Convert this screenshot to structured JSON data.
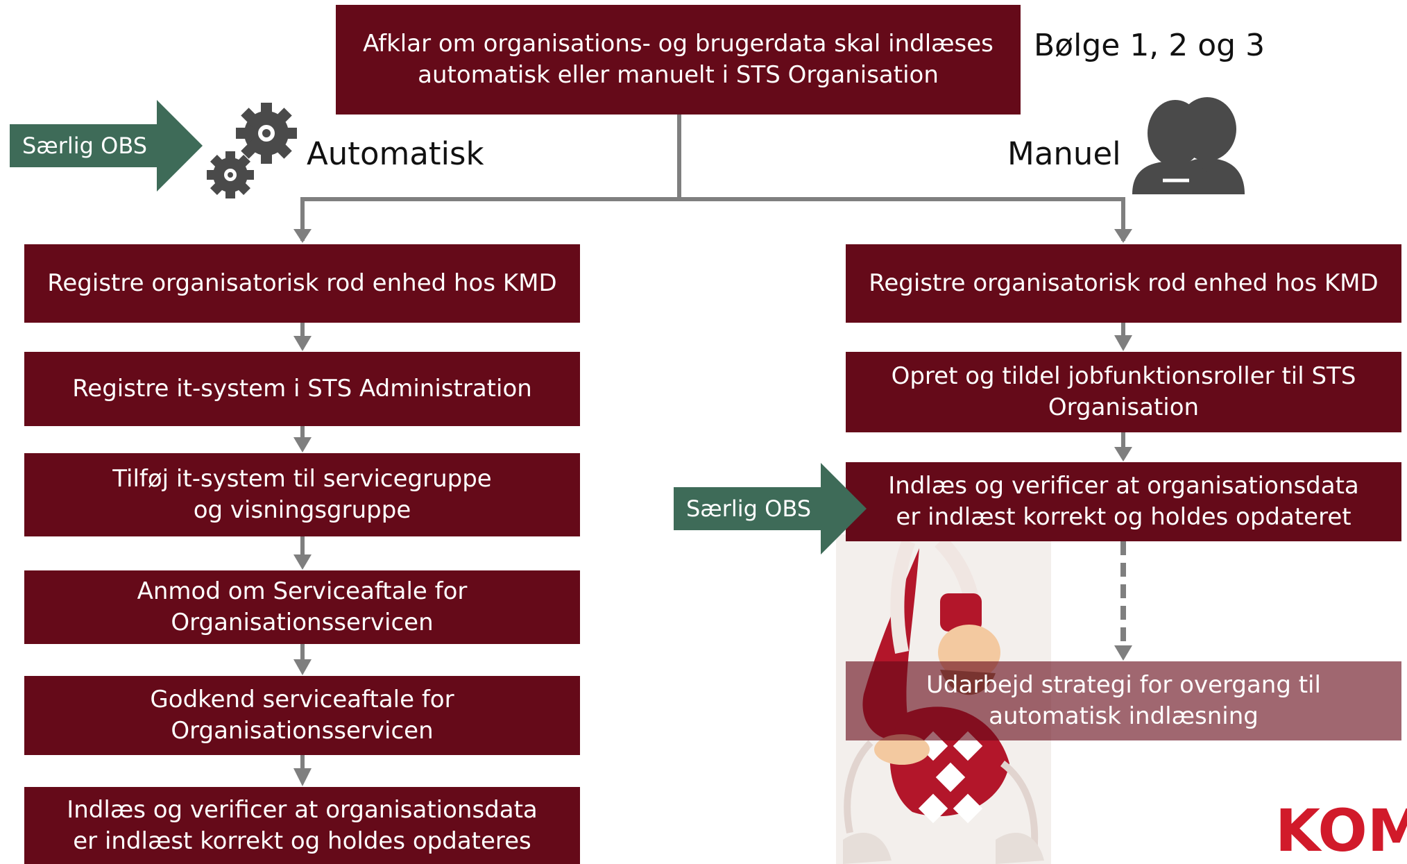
{
  "top": {
    "question": "Afklar om organisations- og brugerdata skal indlæses automatisk eller manuelt i STS Organisation",
    "waves": "Bølge 1, 2 og 3"
  },
  "left_branch": {
    "title": "Automatisk",
    "obs_label": "Særlig OBS",
    "steps": [
      "Registre organisatorisk rod enhed hos KMD",
      "Registre it-system i STS Administration",
      "Tilføj it-system til servicegruppe og visningsgruppe",
      "Anmod om Serviceaftale for Organisationsservicen",
      "Godkend serviceaftale for Organisationsservicen",
      "Indlæs og verificer at organisationsdata er indlæst korrekt og holdes opdateres"
    ]
  },
  "right_branch": {
    "title": "Manuel",
    "obs_label": "Særlig OBS",
    "steps": [
      "Registre organisatorisk rod enhed hos KMD",
      "Opret og tildel jobfunktionsroller til STS Organisation",
      "Indlæs og verificer at organisationsdata er indlæst korrekt og holdes opdateret",
      "Udarbejd strategi for overgang til automatisk indlæsning"
    ]
  },
  "logo": {
    "text": "KOMBIT"
  },
  "icons": {
    "automatic": "gears-icon",
    "manual": "people-icon",
    "mascot": "jester-mascot-illustration"
  },
  "colors": {
    "box": "#650a19",
    "box_faded": "#650a19",
    "obs_arrow": "#3e6b58",
    "connector": "#7f7f7f",
    "icon": "#4a4a4a",
    "logo": "#d11a2a"
  }
}
